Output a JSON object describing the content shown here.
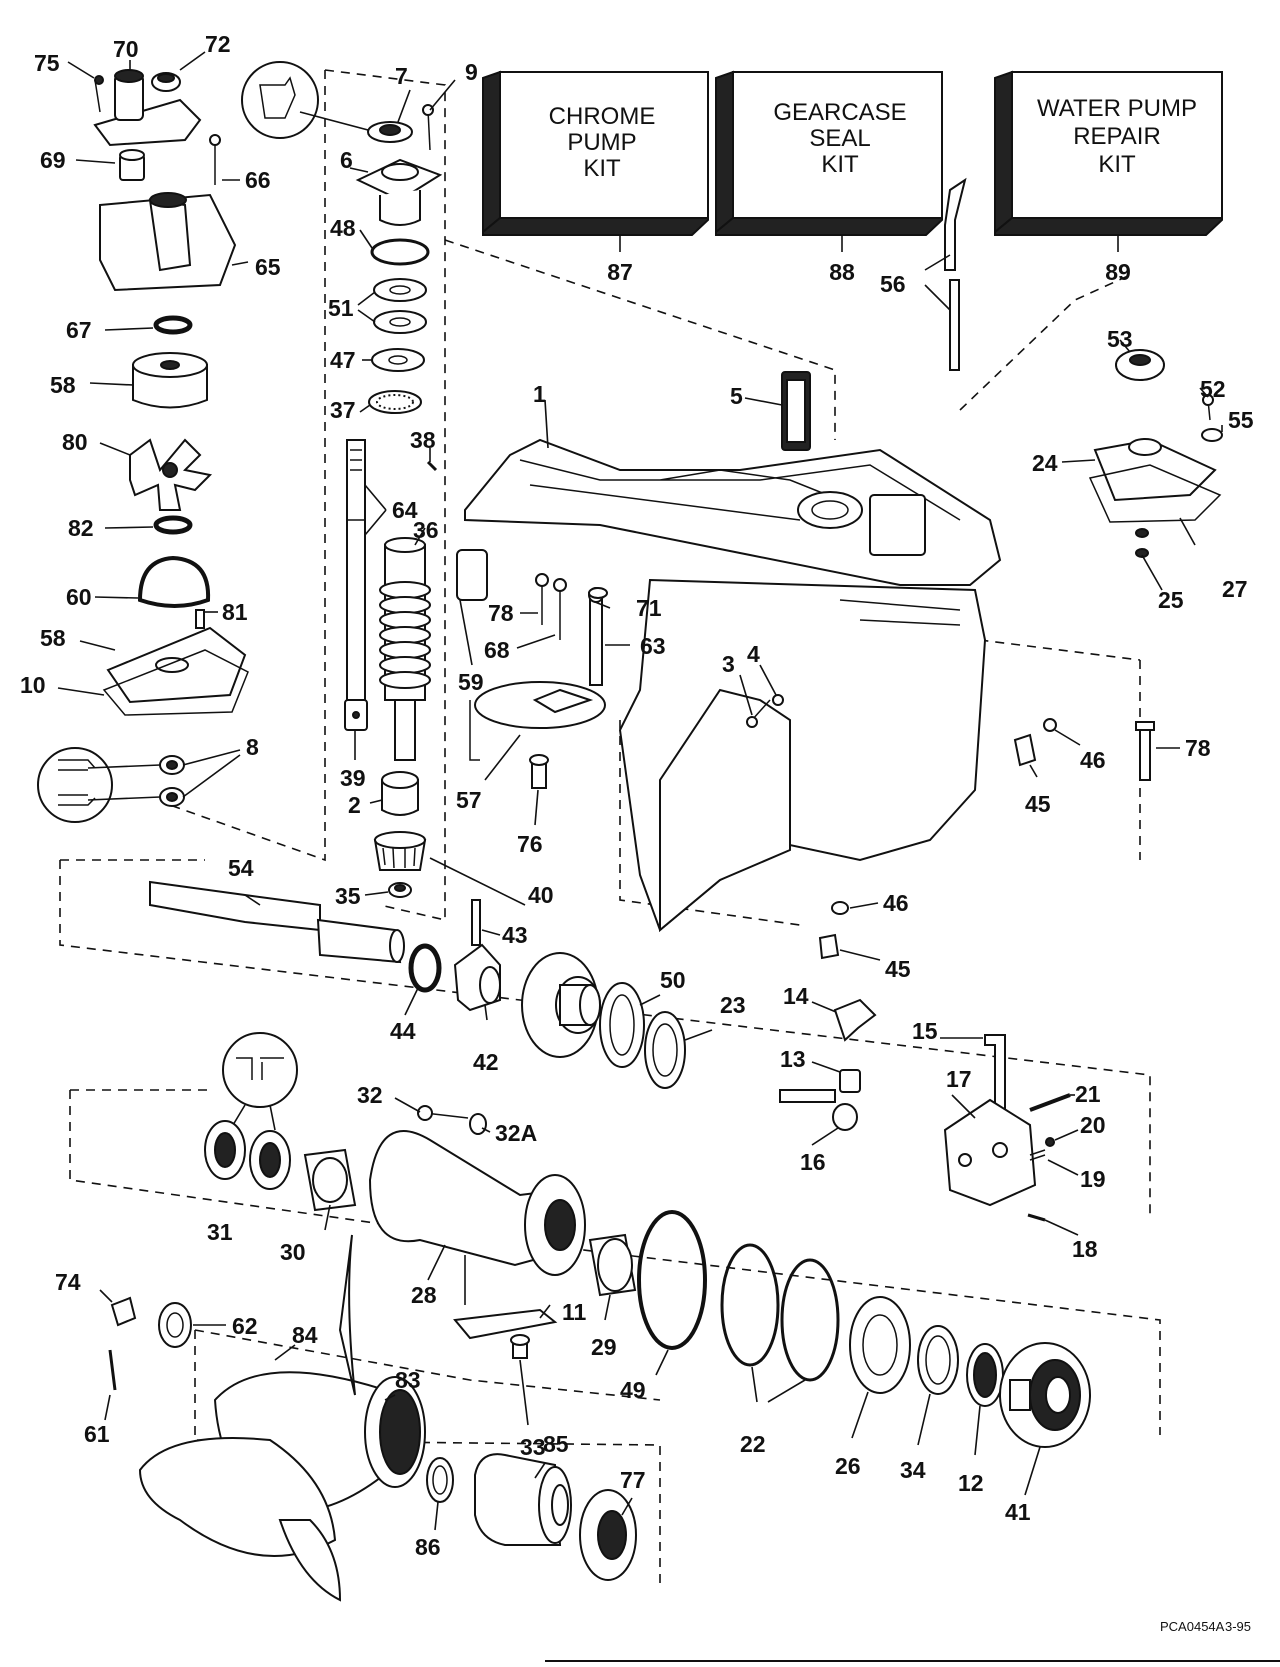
{
  "kits": [
    {
      "id": "chrome",
      "lines": [
        "CHROME",
        "PUMP",
        "KIT"
      ],
      "number": "87"
    },
    {
      "id": "gearcase",
      "lines": [
        "GEARCASE",
        "SEAL",
        "KIT"
      ],
      "number": "88"
    },
    {
      "id": "waterpump",
      "lines": [
        "WATER PUMP",
        "REPAIR",
        "KIT"
      ],
      "number": "89"
    }
  ],
  "part_numbers": {
    "p75": "75",
    "p70": "70",
    "p72": "72",
    "p69": "69",
    "p66": "66",
    "p65": "65",
    "p67": "67",
    "p58a": "58",
    "p80": "80",
    "p82": "82",
    "p60": "60",
    "p81": "81",
    "p58b": "58",
    "p10": "10",
    "p8": "8",
    "p7": "7",
    "p9": "9",
    "p6": "6",
    "p48": "48",
    "p51": "51",
    "p47": "47",
    "p37": "37",
    "p38": "38",
    "p64": "64",
    "p36": "36",
    "p39": "39",
    "p2": "2",
    "p35": "35",
    "p40": "40",
    "p56": "56",
    "p53": "53",
    "p52": "52",
    "p55": "55",
    "p24": "24",
    "p27": "27",
    "p25": "25",
    "p1": "1",
    "p5": "5",
    "p78a": "78",
    "p71": "71",
    "p68": "68",
    "p63": "63",
    "p59": "59",
    "p3": "3",
    "p4": "4",
    "p57": "57",
    "p76": "76",
    "p46a": "46",
    "p45a": "45",
    "p78b": "78",
    "p46b": "46",
    "p45b": "45",
    "p54": "54",
    "p43": "43",
    "p44": "44",
    "p42": "42",
    "p50": "50",
    "p23": "23",
    "p14": "14",
    "p15": "15",
    "p13": "13",
    "p17": "17",
    "p21": "21",
    "p20": "20",
    "p16": "16",
    "p19": "19",
    "p18": "18",
    "p32": "32",
    "p32a": "32A",
    "p31": "31",
    "p30": "30",
    "p28": "28",
    "p11": "11",
    "p29": "29",
    "p49": "49",
    "p22": "22",
    "p26": "26",
    "p34": "34",
    "p12": "12",
    "p41": "41",
    "p74": "74",
    "p62": "62",
    "p84": "84",
    "p83": "83",
    "p33": "33",
    "p85": "85",
    "p77": "77",
    "p61": "61",
    "p86": "86"
  },
  "reference": {
    "code": "PCA0454A",
    "date": "3-95"
  }
}
